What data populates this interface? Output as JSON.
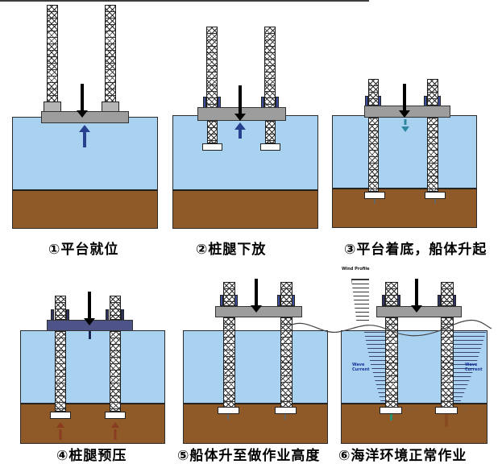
{
  "title": "jack-up platform installation sequence diagram",
  "colors": {
    "water": "#a9d2f1",
    "seabed": "#8f5a28",
    "hull_gray": "#9d9d9d",
    "hull_preload": "#4f5488",
    "collar_blue": "#3d4f9c",
    "label_blue": "#16329c",
    "arrow_black": "#000000",
    "arrow_navy": "#27418f",
    "arrow_teal": "#2e86a0",
    "arrow_preload": "#8a3c20"
  },
  "panels": [
    {
      "id": "1",
      "caption": "①平台就位"
    },
    {
      "id": "2",
      "caption": "②桩腿下放"
    },
    {
      "id": "3",
      "caption": "③平台着底，船体升起"
    },
    {
      "id": "4",
      "caption": "④桩腿预压"
    },
    {
      "id": "5",
      "caption": "⑤船体升至做作业高度"
    },
    {
      "id": "6",
      "caption": "⑥海洋环境正常作业",
      "labels": {
        "wind": "Wind Profile",
        "current_left": "Wave Current",
        "current_right": "Wave Current"
      }
    }
  ]
}
